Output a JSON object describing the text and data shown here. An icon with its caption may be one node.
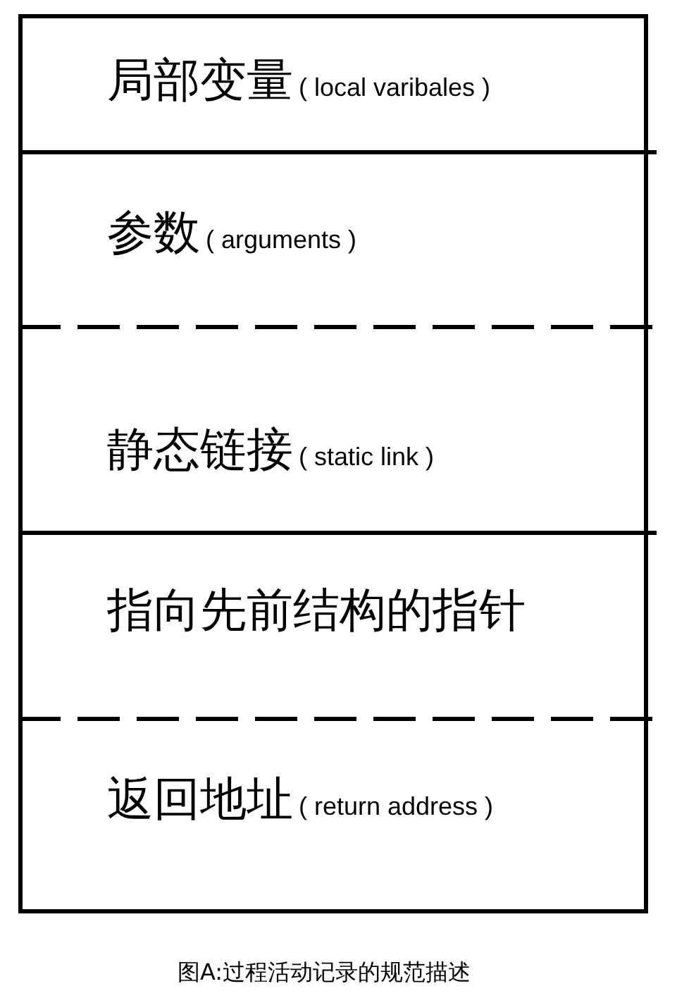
{
  "diagram": {
    "caption": "图A:过程活动记录的规范描述",
    "nodes": [
      {
        "text": [
          "局部变量",
          "( local varibales )"
        ]
      },
      {
        "text": [
          "参数",
          "( arguments )"
        ]
      },
      {
        "text": [
          "静态链接",
          "( static link )"
        ]
      },
      {
        "text": [
          "指向先前结构的指针"
        ]
      },
      {
        "text": [
          "返回地址",
          "( return address )"
        ]
      }
    ]
  }
}
